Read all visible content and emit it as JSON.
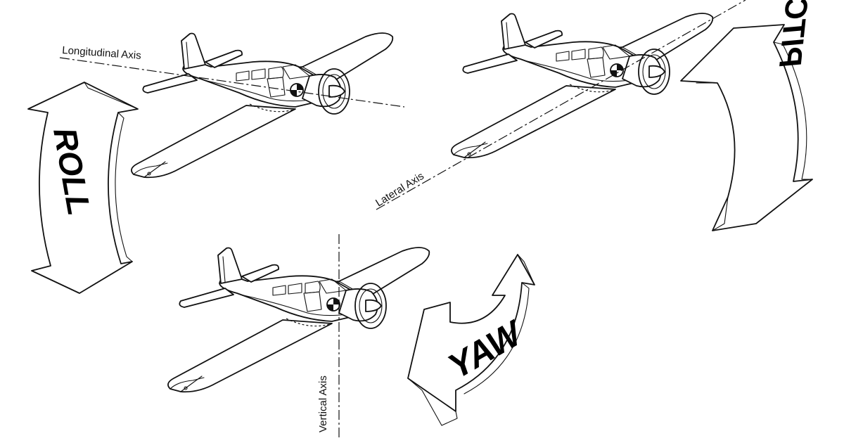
{
  "labels": {
    "longitudinal_axis": "Longitudinal Axis",
    "lateral_axis": "Lateral Axis",
    "vertical_axis": "Vertical Axis",
    "roll": "ROLL",
    "pitch": "PITCH",
    "yaw": "YAW"
  },
  "colors": {
    "line": "#111111",
    "background": "#ffffff"
  }
}
